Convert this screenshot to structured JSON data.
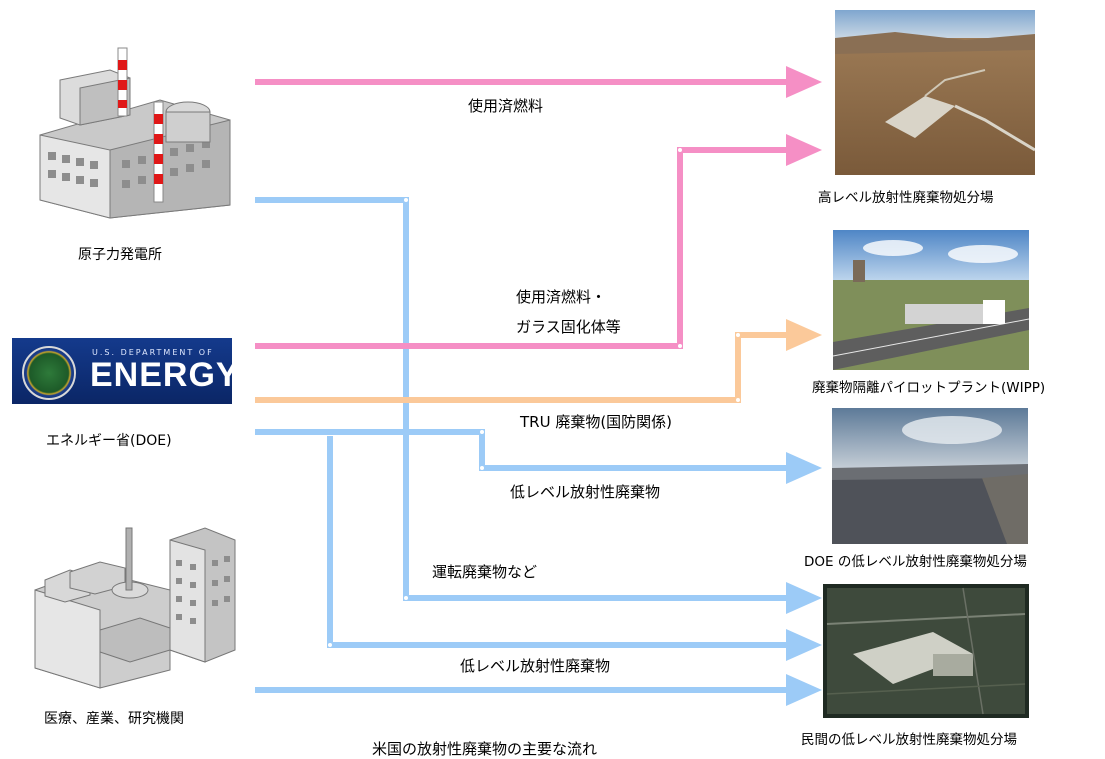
{
  "sources": {
    "plant": "原子力発電所",
    "doe": "エネルギー省(DOE)",
    "doe_logo_small": "U.S. DEPARTMENT OF",
    "doe_logo_big": "ENERGY",
    "medical": "医療、産業、研究機関"
  },
  "flows": {
    "spent_fuel": "使用済燃料",
    "spent_fuel_glass_1": "使用済燃料・",
    "spent_fuel_glass_2": "ガラス固化体等",
    "tru": "TRU 廃棄物(国防関係)",
    "low_level_1": "低レベル放射性廃棄物",
    "operational": "運転廃棄物など",
    "low_level_2": "低レベル放射性廃棄物"
  },
  "destinations": {
    "high_level": "高レベル放射性廃棄物処分場",
    "wipp": "廃棄物隔離パイロットプラント(WIPP)",
    "doe_low": "DOE の低レベル放射性廃棄物処分場",
    "private_low": "民間の低レベル放射性廃棄物処分場"
  },
  "caption": "米国の放射性廃棄物の主要な流れ",
  "colors": {
    "pink": "#f58fc5",
    "blue": "#9ccbf7",
    "orange": "#fbc99a"
  }
}
